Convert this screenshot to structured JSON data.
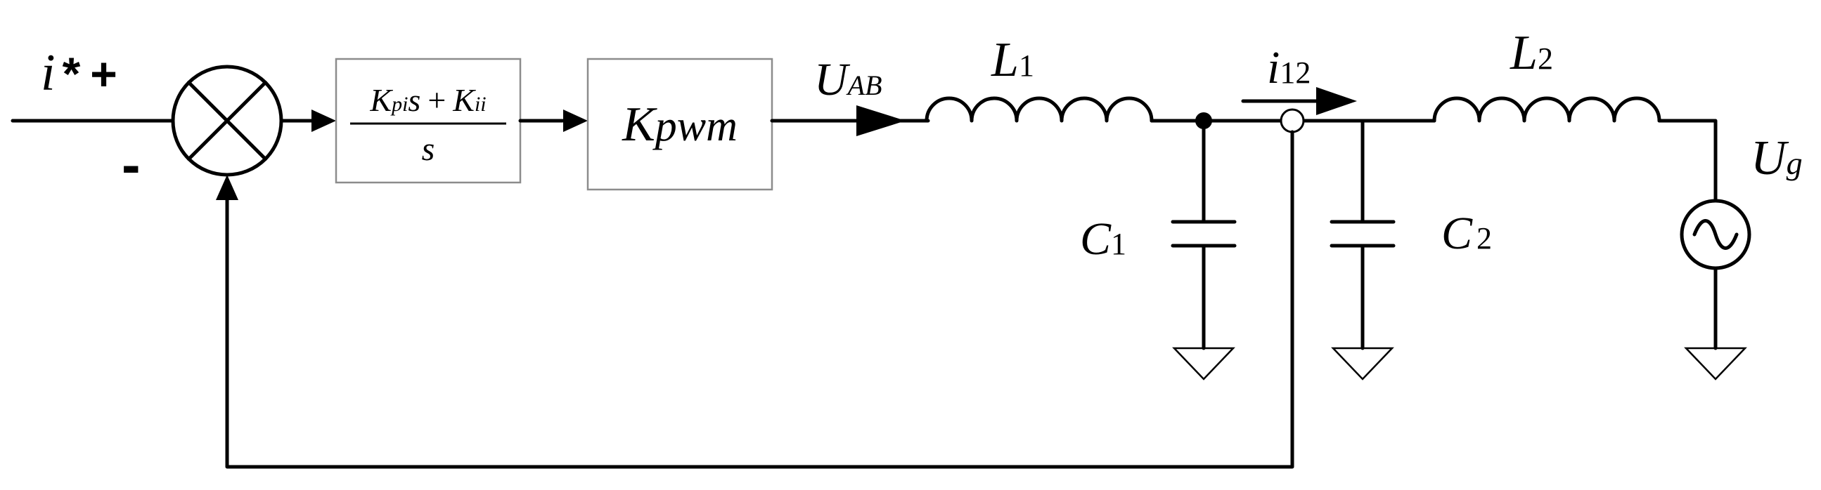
{
  "reference": {
    "main": "i",
    "star": "*",
    "plus": "+",
    "minus": "-"
  },
  "controller": {
    "num_k1": "K",
    "num_k1_sub": "pi",
    "num_s": "s",
    "num_plus": "+",
    "num_k2": "K",
    "num_k2_sub": "ii",
    "den": "s"
  },
  "pwm": {
    "main": "K",
    "sub": "pwm"
  },
  "uab": {
    "main": "U",
    "sub": "AB"
  },
  "l1": {
    "main": "L",
    "sub": "1"
  },
  "i12": {
    "main": "i",
    "sub": "12"
  },
  "l2": {
    "main": "L",
    "sub": "2"
  },
  "c1": {
    "main": "C",
    "sub": "1"
  },
  "c2": {
    "main": "C",
    "sub": "2"
  },
  "ug": {
    "main": "U",
    "sub": "g"
  }
}
